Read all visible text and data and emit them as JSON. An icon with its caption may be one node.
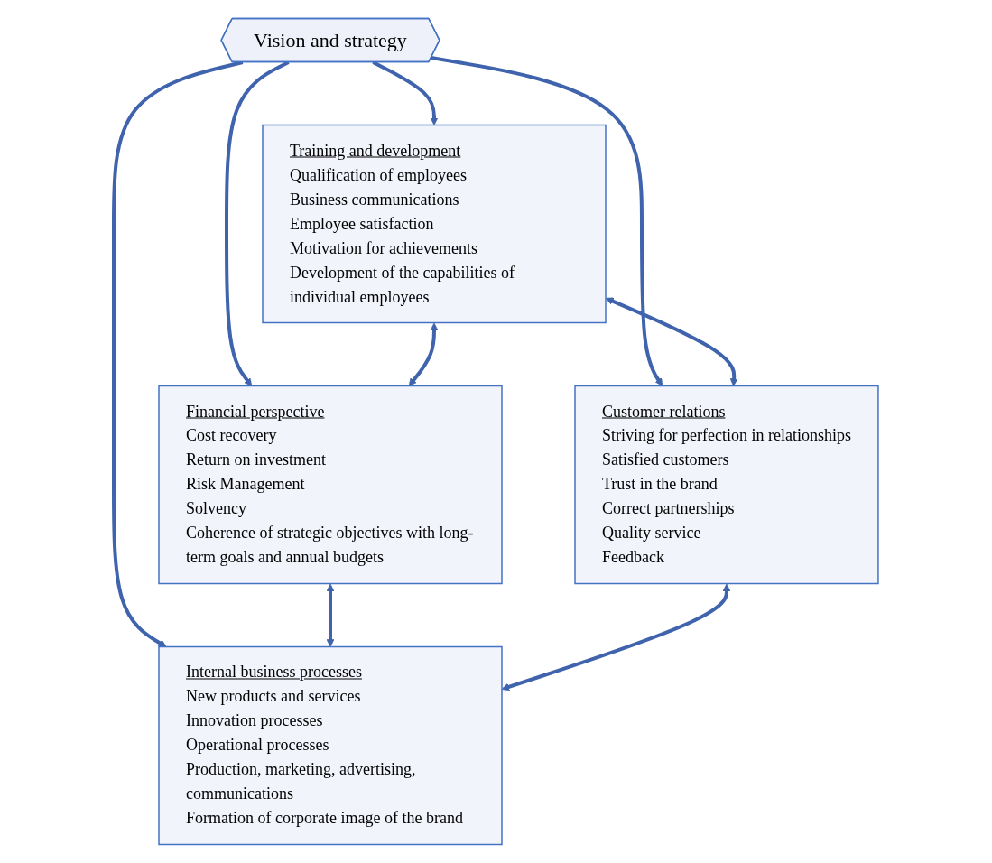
{
  "diagram": {
    "nodes": [
      {
        "text": [
          "Vision and strategy"
        ]
      },
      {
        "text": [
          "Financial perspective",
          "Cost recovery",
          "Return on investment",
          "Risk Management",
          "Solvency",
          "Coherence of strategic objectives with long-term goals and annual budgets"
        ]
      },
      {
        "text": [
          "Training and development",
          "Qualification of employees",
          "Business communications",
          "Employee satisfaction",
          "Motivation for achievements",
          "Development of the capabilities of individual employees"
        ]
      },
      {
        "text": [
          "Internal business processes",
          "New products and services",
          "Innovation processes",
          "Operational processes",
          "Production, marketing, advertising, communications",
          "Formation of corporate image of the brand"
        ]
      },
      {
        "text": [
          "Customer relations",
          "Striving for perfection in relationships",
          "Satisfied customers",
          "Trust in the brand",
          "Correct partnerships",
          "Quality service",
          "Feedback"
        ]
      }
    ],
    "edges": [
      {
        "from": 0,
        "to": 1,
        "arrow": "to"
      },
      {
        "from": 0,
        "to": 2,
        "arrow": "to"
      },
      {
        "from": 0,
        "to": 3,
        "arrow": "to"
      },
      {
        "from": 0,
        "to": 4,
        "arrow": "to"
      },
      {
        "from": 2,
        "to": 1,
        "arrow": "both"
      },
      {
        "from": 1,
        "to": 3,
        "arrow": "both"
      },
      {
        "from": 2,
        "to": 4,
        "arrow": "both"
      },
      {
        "from": 4,
        "to": 3,
        "arrow": "both"
      }
    ]
  }
}
